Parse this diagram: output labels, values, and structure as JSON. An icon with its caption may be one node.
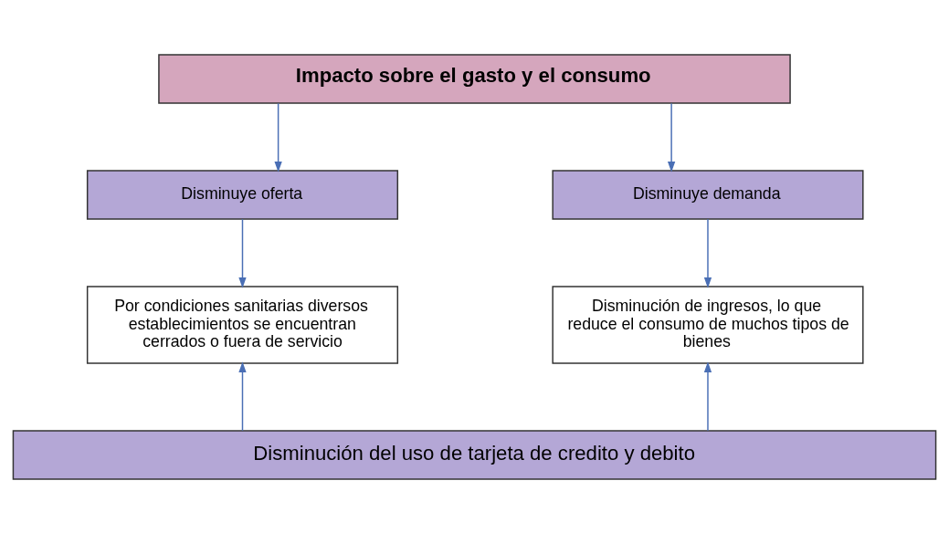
{
  "diagram": {
    "nodes": [
      {
        "text": [
          "Impacto sobre el gasto y el consumo"
        ]
      },
      {
        "text": [
          "Disminuye oferta"
        ]
      },
      {
        "text": [
          "Disminuye demanda"
        ]
      },
      {
        "text": [
          "Por condiciones sanitarias diversos establecimientos se encuentran cerrados o fuera de servicio"
        ]
      },
      {
        "text": [
          "Disminución de ingresos, lo que reduce el consumo de muchos tipos de bienes"
        ]
      },
      {
        "text": [
          "Disminución del uso de tarjeta de credito y debito"
        ]
      }
    ],
    "edges": [
      {
        "from": 0,
        "to": 1,
        "arrow": "to"
      },
      {
        "from": 0,
        "to": 2,
        "arrow": "to"
      },
      {
        "from": 1,
        "to": 3,
        "arrow": "to"
      },
      {
        "from": 2,
        "to": 4,
        "arrow": "to"
      },
      {
        "from": 5,
        "to": 3,
        "arrow": "to"
      },
      {
        "from": 5,
        "to": 4,
        "arrow": "to"
      }
    ]
  }
}
